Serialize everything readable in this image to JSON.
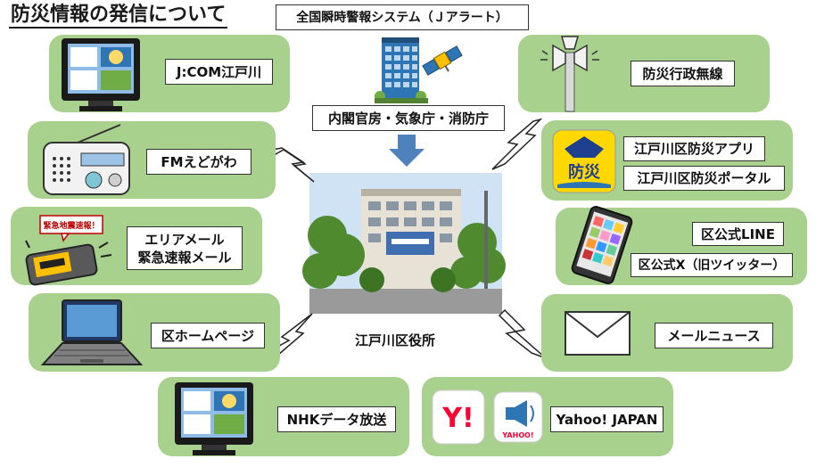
{
  "title": "防災情報の発信について",
  "top": {
    "jalert": "全国瞬時警報システム（Ｊアラート）",
    "senders": "内閣官房・気象庁・消防庁"
  },
  "center": {
    "office": "江戸川区役所"
  },
  "left": {
    "jcom": "J:COM江戸川",
    "fm": "FMえどがわ",
    "area_mail_1": "エリアメール",
    "area_mail_2": "緊急速報メール",
    "homepage": "区ホームページ",
    "nhk": "NHKデータ放送",
    "phone_sign": "緊急地震速報！",
    "bosai_icon_text": "防災"
  },
  "right": {
    "musen": "防災行政無線",
    "app": "江戸川区防災アプリ",
    "portal": "江戸川区防災ポータル",
    "line": "区公式LINE",
    "x": "区公式X（旧ツイッター）",
    "mail_news": "メールニュース",
    "yahoo": "Yahoo! JAPAN",
    "yahoo_logo": "Y!",
    "yahoo_bousai_logo": "YAHOO!"
  },
  "colors": {
    "panel": "#a9d18e",
    "arrow": "#4f81bd",
    "yahoo_red": "#ff0033",
    "app_blue": "#1f3f8f",
    "app_yellow": "#ffd800"
  }
}
